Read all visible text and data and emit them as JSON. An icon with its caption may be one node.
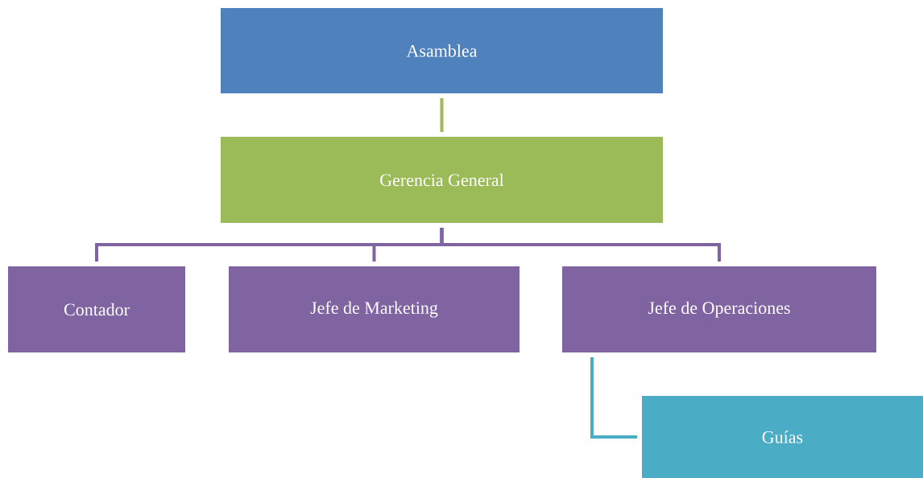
{
  "diagram": {
    "nodes": [
      {
        "text": [
          "Asamblea"
        ]
      },
      {
        "text": [
          "Gerencia General"
        ]
      },
      {
        "text": [
          "Contador"
        ]
      },
      {
        "text": [
          "Jefe de Marketing"
        ]
      },
      {
        "text": [
          "Jefe de Operaciones"
        ]
      },
      {
        "text": [
          "Guías"
        ]
      }
    ],
    "edges": [
      {
        "from": 0,
        "to": 1,
        "arrow": "none",
        "color": "#9bbb59"
      },
      {
        "from": 1,
        "to": 2,
        "arrow": "none",
        "color": "#8064a2"
      },
      {
        "from": 1,
        "to": 3,
        "arrow": "none",
        "color": "#8064a2"
      },
      {
        "from": 1,
        "to": 4,
        "arrow": "none",
        "color": "#8064a2"
      },
      {
        "from": 4,
        "to": 5,
        "arrow": "none",
        "color": "#4bacc6"
      }
    ]
  }
}
